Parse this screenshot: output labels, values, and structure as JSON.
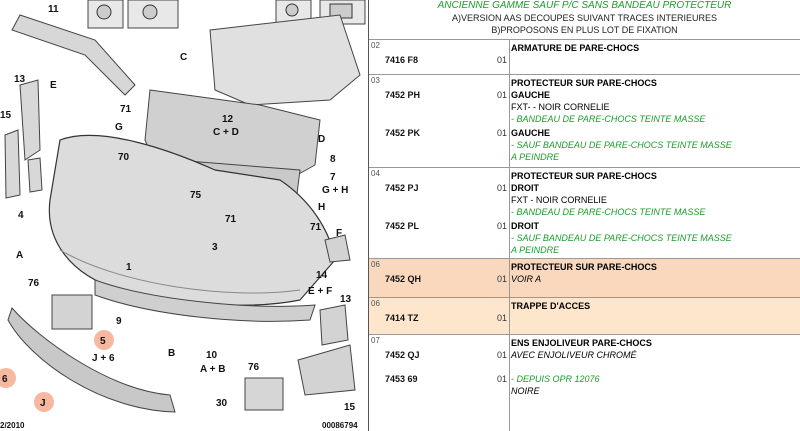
{
  "diagram": {
    "callouts": {
      "c11": "11",
      "c13a": "13",
      "cE": "E",
      "c71a": "71",
      "c15a": "15",
      "cG": "G",
      "c70": "70",
      "cC": "C",
      "c12": "12",
      "c12b": "C + D",
      "cD": "D",
      "c8": "8",
      "c7": "7",
      "c7b": "G + H",
      "c75": "75",
      "cH": "H",
      "c71b": "71",
      "c71c": "71",
      "cF": "F",
      "c14": "14",
      "c14b": "E + F",
      "c4": "4",
      "c3": "3",
      "cA": "A",
      "c1": "1",
      "c76a": "76",
      "c13b": "13",
      "c9": "9",
      "c5": "5",
      "c5b": "J + 6",
      "cB": "B",
      "c10": "10",
      "c10b": "A + B",
      "c76b": "76",
      "c6": "6",
      "cJ": "J",
      "c30": "30",
      "c15b": "15"
    },
    "footer_left": "2/2010",
    "footer_right": "00086794"
  },
  "parts": {
    "header_title": "ANCIENNE GAMME SAUF P/C SANS BANDEAU PROTECTEUR",
    "header_note_a": "A)VERSION AAS DECOUPES SUIVANT TRACES INTERIEURES",
    "header_note_b": "B)PROPOSONS EN PLUS LOT DE FIXATION",
    "rows": [
      {
        "idx": "02",
        "lines": [
          {
            "pn": "7416 F8",
            "qty": "01",
            "desc": "ARMATURE DE PARE-CHOCS"
          }
        ]
      },
      {
        "idx": "03",
        "title": "PROTECTEUR SUR PARE-CHOCS",
        "lines": [
          {
            "pn": "7452 PH",
            "qty": "01",
            "desc": "GAUCHE",
            "sub1": "FXT- - NOIR CORNELIE",
            "sub2": "- BANDEAU DE PARE-CHOCS TEINTE MASSE"
          },
          {
            "pn": "7452 PK",
            "qty": "01",
            "desc": "GAUCHE",
            "sub1": "- SAUF BANDEAU DE PARE-CHOCS TEINTE MASSE",
            "sub2": "A PEINDRE"
          }
        ]
      },
      {
        "idx": "04",
        "title": "PROTECTEUR SUR PARE-CHOCS",
        "lines": [
          {
            "pn": "7452 PJ",
            "qty": "01",
            "desc": "DROIT",
            "sub1": "FXT - NOIR CORNELIE",
            "sub2": "- BANDEAU DE PARE-CHOCS TEINTE MASSE"
          },
          {
            "pn": "7452 PL",
            "qty": "01",
            "desc": "DROIT",
            "sub1": "- SAUF BANDEAU DE PARE-CHOCS TEINTE MASSE",
            "sub2": "A PEINDRE"
          }
        ]
      },
      {
        "idx": "06",
        "title": "PROTECTEUR SUR PARE-CHOCS",
        "lines": [
          {
            "pn": "7452 QH",
            "qty": "01",
            "desc": "VOIR A"
          }
        ]
      },
      {
        "idx": "06",
        "lines": [
          {
            "pn": "7414 TZ",
            "qty": "01",
            "desc": "TRAPPE D'ACCES"
          }
        ]
      },
      {
        "idx": "07",
        "title": "ENS ENJOLIVEUR PARE-CHOCS",
        "lines": [
          {
            "pn": "7452 QJ",
            "qty": "01",
            "desc": "AVEC ENJOLIVEUR CHROMÉ"
          },
          {
            "pn": "7453 69",
            "qty": "01",
            "desc": "- DEPUIS OPR 12076",
            "sub1": "NOIRE"
          }
        ]
      }
    ]
  },
  "colors": {
    "accent_green": "#1b9d2a",
    "highlight": "#f9d8be",
    "highlight_light": "#fde6cc",
    "callout_circle": "#f6b9a0"
  }
}
